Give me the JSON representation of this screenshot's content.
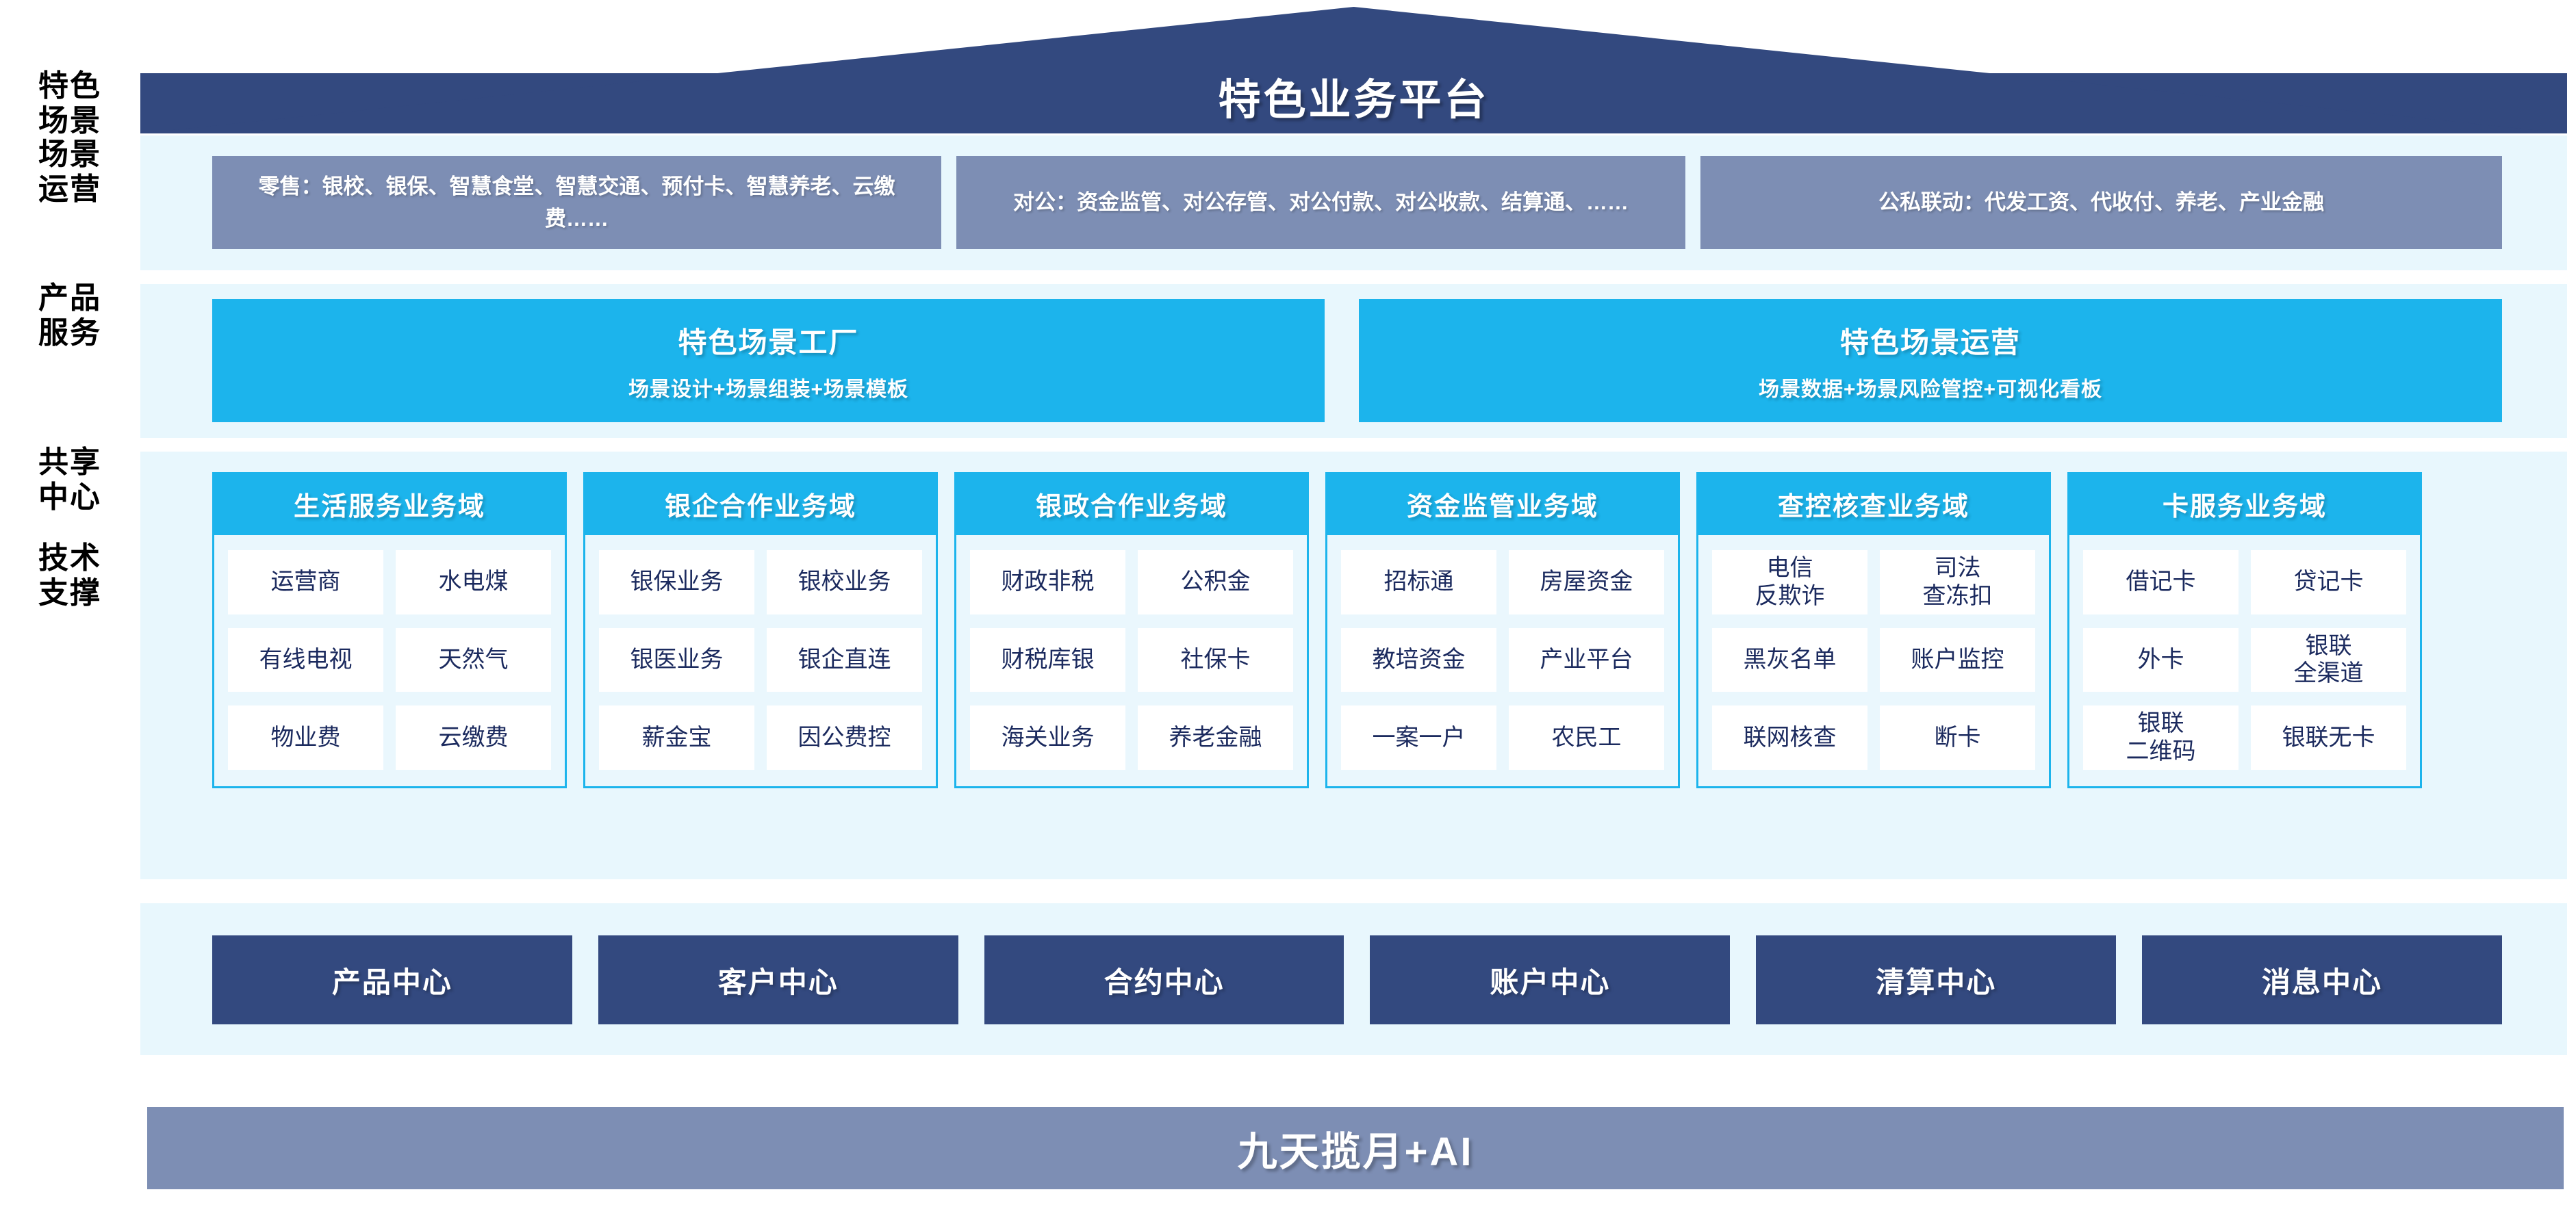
{
  "header": {
    "title": "特色业务平台"
  },
  "rails": [
    {
      "label": "特色\n场景"
    },
    {
      "label": "场景\n运营"
    },
    {
      "label": "产品\n服务"
    },
    {
      "label": "共享\n中心"
    },
    {
      "label": "技术\n支撑"
    }
  ],
  "scenarios": {
    "boxes": [
      {
        "text": "零售：银校、银保、智慧食堂、智慧交通、预付卡、智慧养老、云缴费……"
      },
      {
        "text": "对公：资金监管、对公存管、对公付款、对公收款、结算通、……"
      },
      {
        "text": "公私联动：代发工资、代收付、养老、产业金融"
      }
    ]
  },
  "operations": {
    "boxes": [
      {
        "title": "特色场景工厂",
        "subtitle": "场景设计+场景组装+场景模板"
      },
      {
        "title": "特色场景运营",
        "subtitle": "场景数据+场景风险管控+可视化看板"
      }
    ]
  },
  "domains": [
    {
      "title": "生活服务业务域",
      "items": [
        "运营商",
        "水电煤",
        "有线电视",
        "天然气",
        "物业费",
        "云缴费"
      ]
    },
    {
      "title": "银企合作业务域",
      "items": [
        "银保业务",
        "银校业务",
        "银医业务",
        "银企直连",
        "薪金宝",
        "因公费控"
      ]
    },
    {
      "title": "银政合作业务域",
      "items": [
        "财政非税",
        "公积金",
        "财税库银",
        "社保卡",
        "海关业务",
        "养老金融"
      ]
    },
    {
      "title": "资金监管业务域",
      "items": [
        "招标通",
        "房屋资金",
        "教培资金",
        "产业平台",
        "一案一户",
        "农民工"
      ]
    },
    {
      "title": "查控核查业务域",
      "items": [
        "电信\n反欺诈",
        "司法\n查冻扣",
        "黑灰名单",
        "账户监控",
        "联网核查",
        "断卡"
      ]
    },
    {
      "title": "卡服务业务域",
      "items": [
        "借记卡",
        "贷记卡",
        "外卡",
        "银联\n全渠道",
        "银联\n二维码",
        "银联无卡"
      ]
    }
  ],
  "centers": {
    "boxes": [
      {
        "label": "产品中心"
      },
      {
        "label": "客户中心"
      },
      {
        "label": "合约中心"
      },
      {
        "label": "账户中心"
      },
      {
        "label": "清算中心"
      },
      {
        "label": "消息中心"
      }
    ]
  },
  "tech": {
    "label": "九天揽月+AI"
  },
  "colors": {
    "navy": "#33497f",
    "slate": "#7d8eb4",
    "cyan": "#1cb4ec",
    "band": "#e8f7fd",
    "card_bg": "#eaf7fd",
    "text_navy": "#1b2a5e",
    "white": "#ffffff"
  }
}
